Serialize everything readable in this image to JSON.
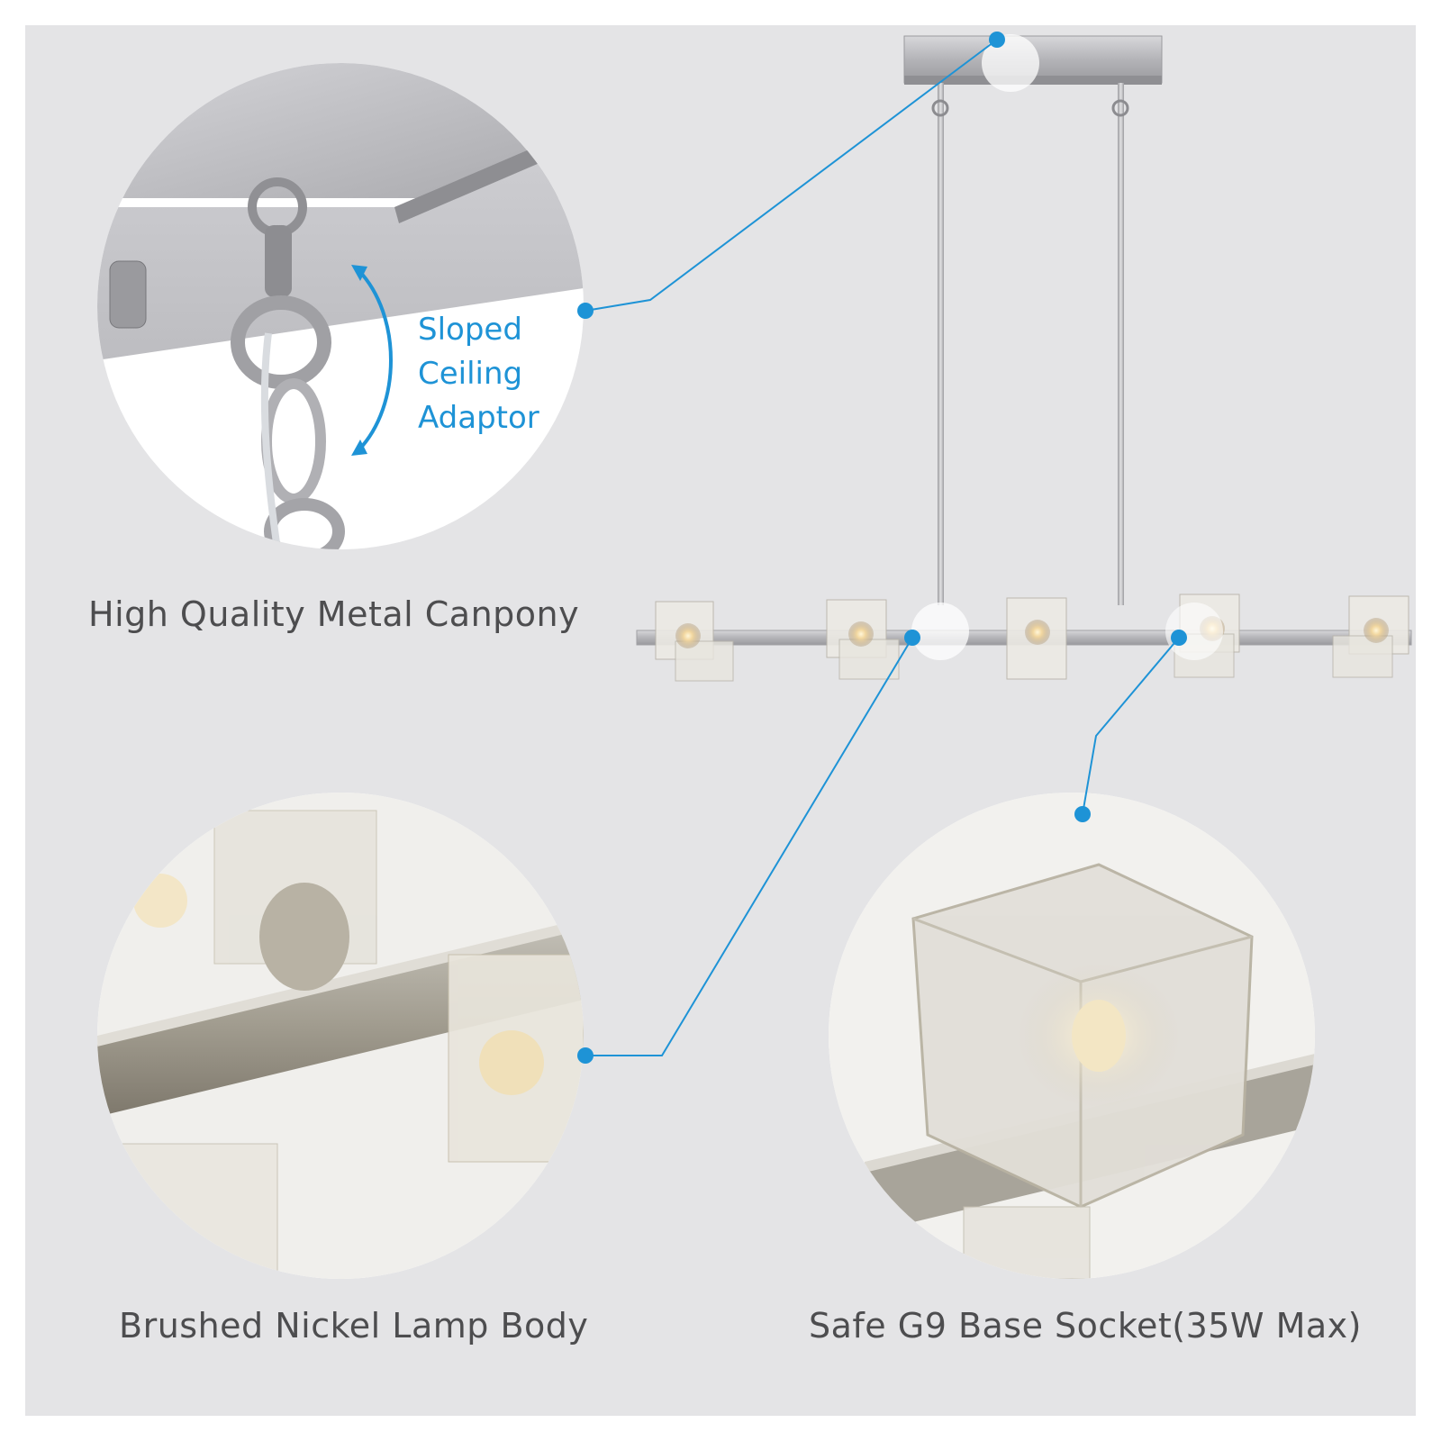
{
  "captions": {
    "canopy": "High Quality Metal Canpony",
    "body": "Brushed Nickel Lamp Body",
    "socket": "Safe G9 Base Socket(35W Max)"
  },
  "adaptor_label": [
    "Sloped",
    "Ceiling",
    "Adaptor"
  ],
  "colors": {
    "background": "#e4e4e6",
    "accent_blue": "#1e93d6",
    "caption_text": "#4d4d4f",
    "nickel": "#b9b9bd"
  },
  "icons": [
    "curved-double-arrow-icon",
    "callout-dot-icon"
  ]
}
